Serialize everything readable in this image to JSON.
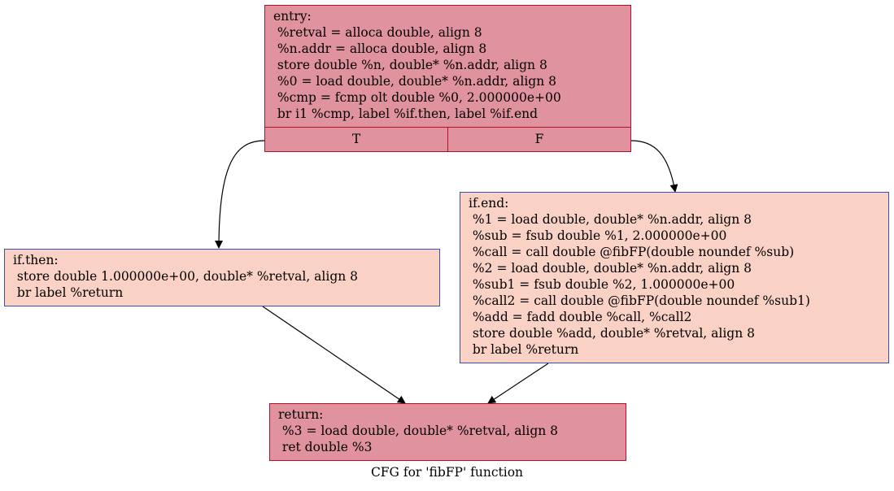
{
  "graph": {
    "caption": "CFG for 'fibFP' function",
    "colors": {
      "hot_fill": "#e0929e",
      "hot_border": "#b70d28",
      "warm_fill": "#f9d1c5",
      "warm_border": "#3a4cc0"
    },
    "nodes": {
      "entry": {
        "lines": [
          "entry:",
          " %retval = alloca double, align 8",
          " %n.addr = alloca double, align 8",
          " store double %n, double* %n.addr, align 8",
          " %0 = load double, double* %n.addr, align 8",
          " %cmp = fcmp olt double %0, 2.000000e+00",
          " br i1 %cmp, label %if.then, label %if.end"
        ],
        "true_port": "T",
        "false_port": "F"
      },
      "if_then": {
        "lines": [
          "if.then:",
          " store double 1.000000e+00, double* %retval, align 8",
          " br label %return"
        ]
      },
      "if_end": {
        "lines": [
          "if.end:",
          " %1 = load double, double* %n.addr, align 8",
          " %sub = fsub double %1, 2.000000e+00",
          " %call = call double @fibFP(double noundef %sub)",
          " %2 = load double, double* %n.addr, align 8",
          " %sub1 = fsub double %2, 1.000000e+00",
          " %call2 = call double @fibFP(double noundef %sub1)",
          " %add = fadd double %call, %call2",
          " store double %add, double* %retval, align 8",
          " br label %return"
        ]
      },
      "return": {
        "lines": [
          "return:",
          " %3 = load double, double* %retval, align 8",
          " ret double %3"
        ]
      }
    }
  }
}
